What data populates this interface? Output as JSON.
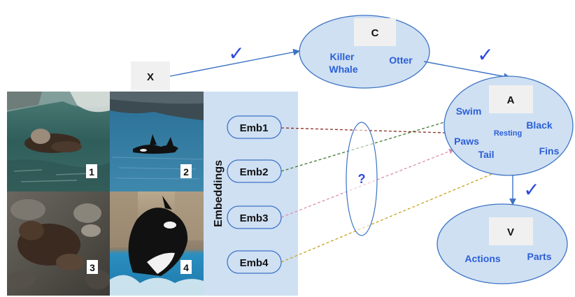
{
  "colors": {
    "ellipse_fill": "#cfe0f3",
    "ellipse_stroke": "#3d73c4",
    "embedding_panel": "#cfe0f3",
    "arrow_blue": "#3d73c4",
    "check_blue": "#2b49e0",
    "concept_text": "#2b5fd6",
    "line_emb1": "#8b2d23",
    "line_emb2": "#3f7a2e",
    "line_emb3": "#d98fb0",
    "line_emb4": "#c9a21f"
  },
  "x_box": {
    "label": "X"
  },
  "checkmarks": [
    "✓",
    "✓",
    "✓"
  ],
  "ellipse_c": {
    "label": "C",
    "items": [
      [
        "Killer",
        "Whale"
      ],
      "Otter"
    ]
  },
  "ellipse_a": {
    "label": "A",
    "items": [
      "Swim",
      "Black",
      "Resting",
      "Paws",
      "Tail",
      "Fins"
    ]
  },
  "ellipse_v": {
    "label": "V",
    "items": [
      "Actions",
      "Parts"
    ]
  },
  "embeddings": {
    "title": "Embeddings",
    "items": [
      "Emb1",
      "Emb2",
      "Emb3",
      "Emb4"
    ]
  },
  "unknown": {
    "label": "?"
  },
  "images": [
    {
      "number": "1",
      "subject": "otter-swimming"
    },
    {
      "number": "2",
      "subject": "killer-whales-swimming"
    },
    {
      "number": "3",
      "subject": "otter-resting"
    },
    {
      "number": "4",
      "subject": "killer-whale-jumping"
    }
  ]
}
